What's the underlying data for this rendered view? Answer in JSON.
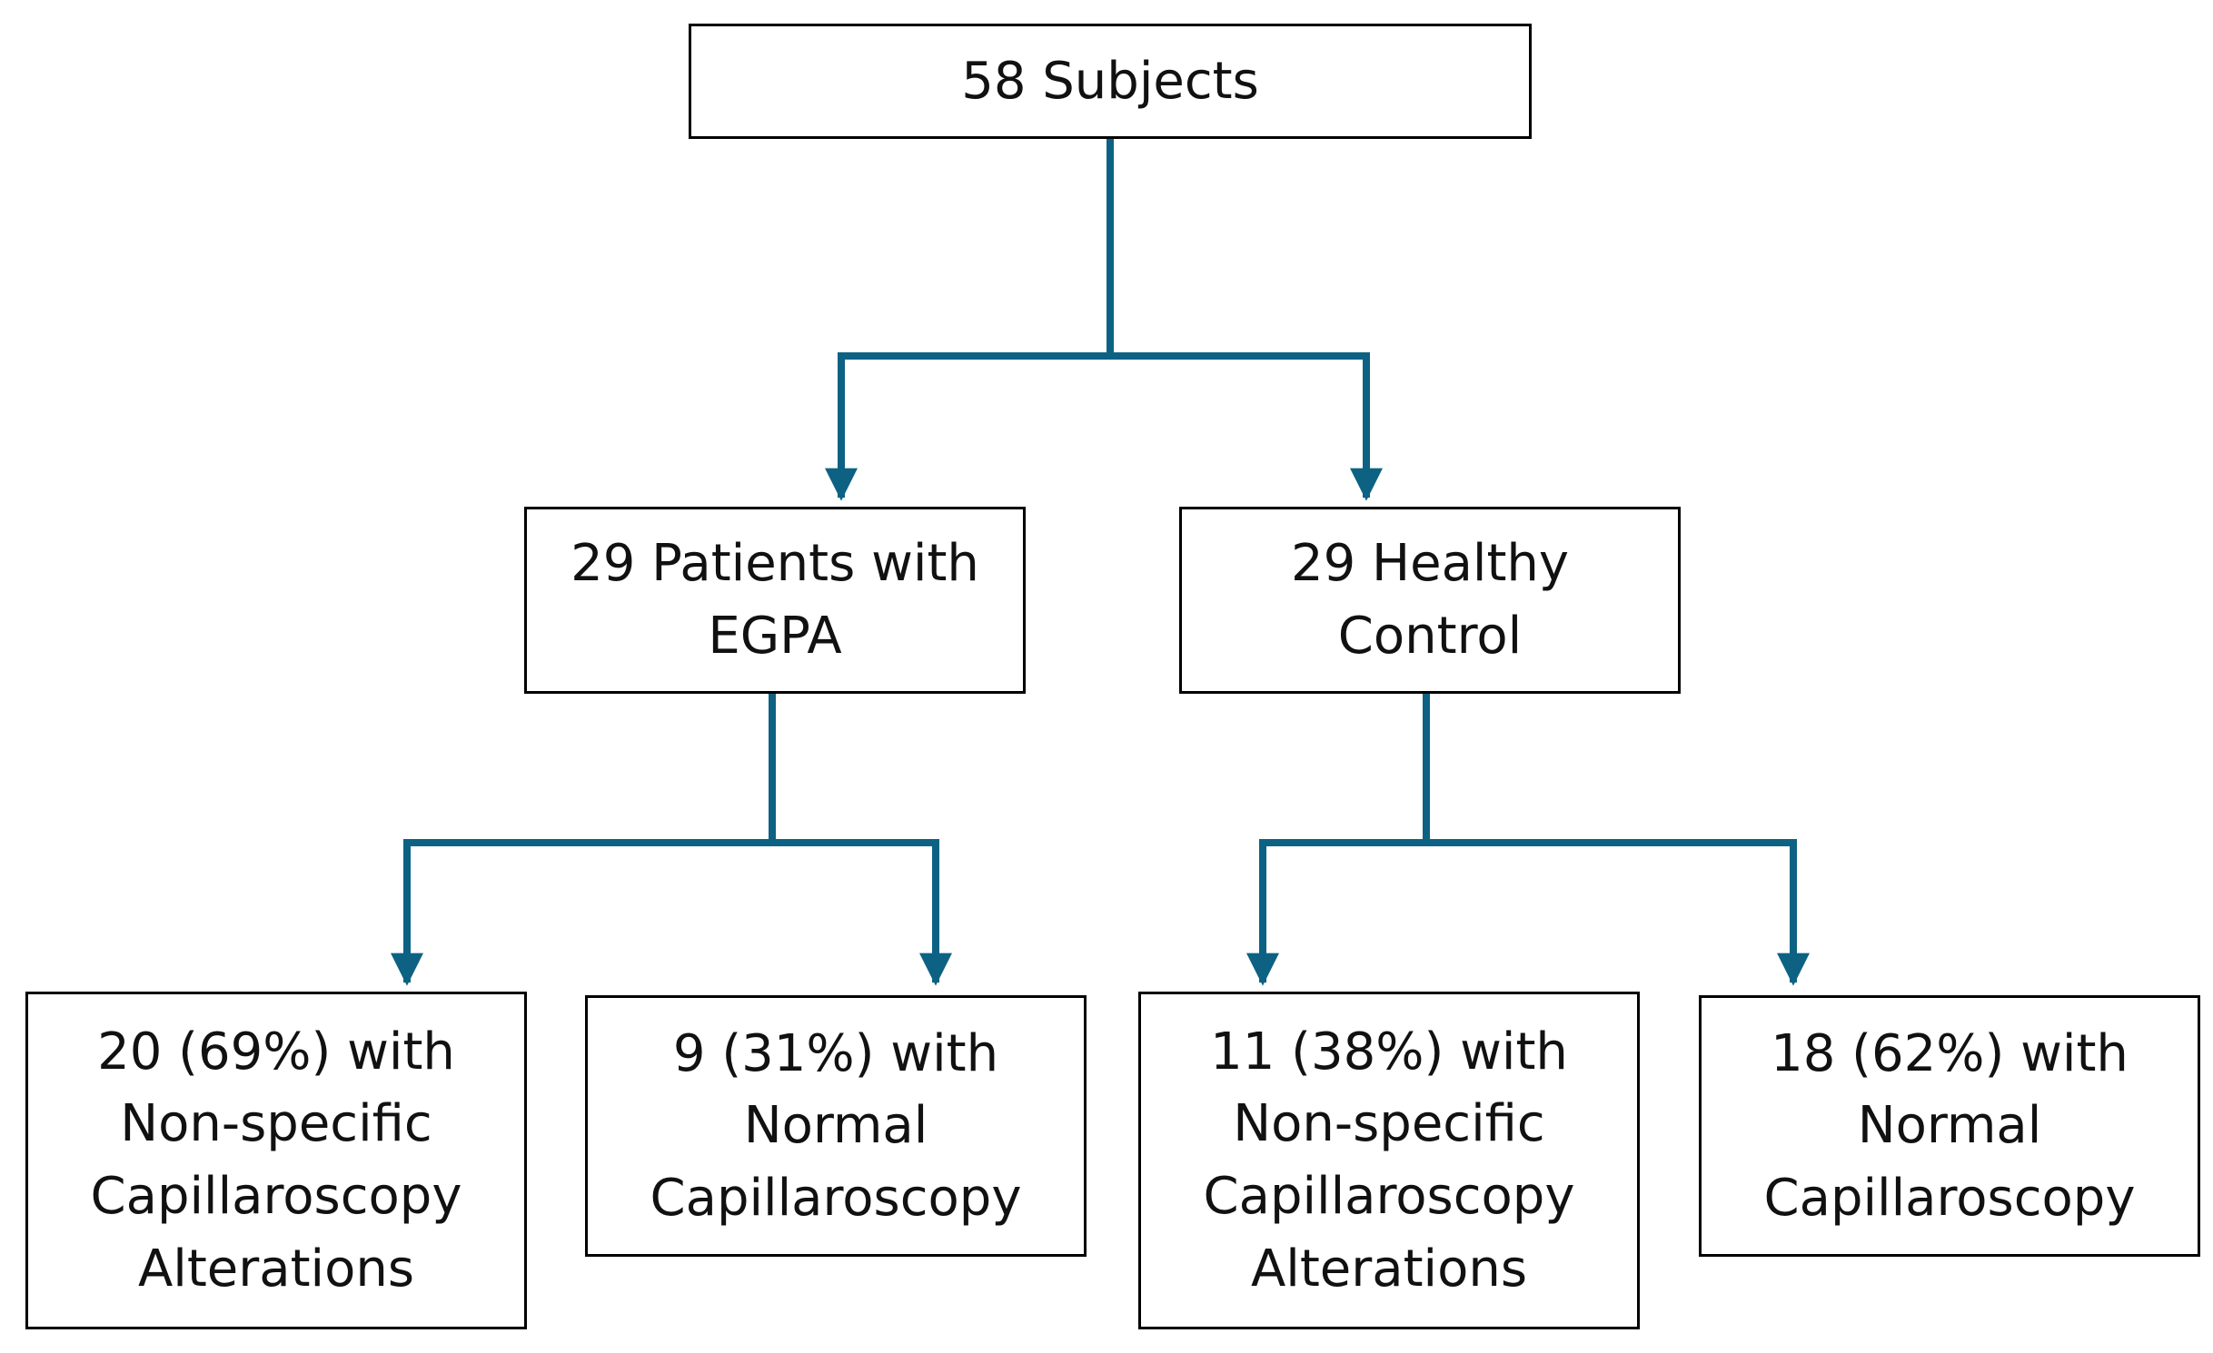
{
  "colors": {
    "connector": "#0d6283",
    "box_border": "#000000",
    "text": "#111111"
  },
  "nodes": {
    "root": {
      "lines": [
        "58 Subjects"
      ]
    },
    "egpa": {
      "lines": [
        "29 Patients with",
        "EGPA"
      ]
    },
    "control": {
      "lines": [
        "29 Healthy",
        "Control"
      ]
    },
    "egpa_altered": {
      "lines": [
        "20 (69%) with",
        "Non-specific",
        "Capillaroscopy",
        "Alterations"
      ]
    },
    "egpa_normal": {
      "lines": [
        "9 (31%) with",
        "Normal",
        "Capillaroscopy"
      ]
    },
    "control_altered": {
      "lines": [
        "11 (38%) with",
        "Non-specific",
        "Capillaroscopy",
        "Alterations"
      ]
    },
    "control_normal": {
      "lines": [
        "18 (62%) with",
        "Normal",
        "Capillaroscopy"
      ]
    }
  },
  "edges": [
    {
      "from": "root",
      "to": "egpa"
    },
    {
      "from": "root",
      "to": "control"
    },
    {
      "from": "egpa",
      "to": "egpa_altered"
    },
    {
      "from": "egpa",
      "to": "egpa_normal"
    },
    {
      "from": "control",
      "to": "control_altered"
    },
    {
      "from": "control",
      "to": "control_normal"
    }
  ]
}
